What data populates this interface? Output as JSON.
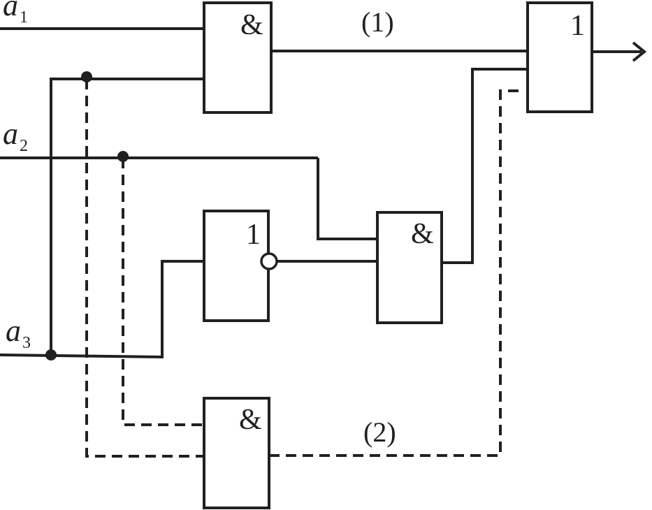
{
  "inputs": [
    {
      "var": "a",
      "sub": "1"
    },
    {
      "var": "a",
      "sub": "2"
    },
    {
      "var": "a",
      "sub": "3"
    }
  ],
  "gates": {
    "and_top": "&",
    "not": "1",
    "and_mid": "&",
    "and_bottom": "&",
    "or_out": "1"
  },
  "path_labels": {
    "one": "(1)",
    "two": "(2)"
  }
}
